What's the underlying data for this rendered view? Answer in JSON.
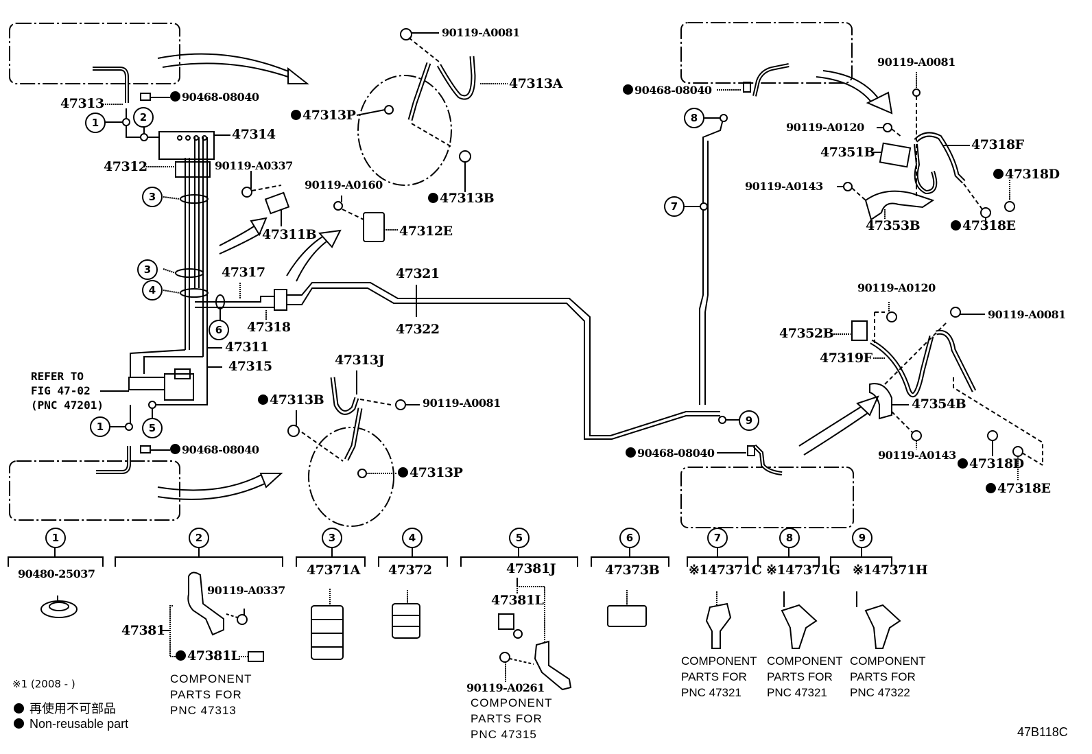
{
  "figure_id": "47B118C",
  "legend": {
    "footnote_1": "※1 (2008 -      )",
    "nonreusable_jp": "再使用不可部品",
    "nonreusable_en": "Non-reusable part"
  },
  "refer_note": "REFER TO\nFIG 47-02\n(PNC 47201)",
  "callouts": {
    "c1": "1",
    "c2": "2",
    "c3": "3",
    "c4": "4",
    "c5": "5",
    "c6": "6",
    "c7": "7",
    "c8": "8",
    "c9": "9"
  },
  "main_labels": {
    "p47313": "47313",
    "p90468_top_left": "90468-08040",
    "p47314": "47314",
    "p47312": "47312",
    "p90119_A0337": "90119-A0337",
    "p47311B": "47311B",
    "p90119_A0160": "90119-A0160",
    "p47312E": "47312E",
    "p47317": "47317",
    "p47318": "47318",
    "p47311": "47311",
    "p47315": "47315",
    "p47321": "47321",
    "p47322": "47322",
    "p90468_bottom_left": "90468-08040",
    "fl_90119_A0081": "90119-A0081",
    "fl_47313A": "47313A",
    "fl_47313P": "47313P",
    "fl_47313B": "47313B",
    "rl_47313J": "47313J",
    "rl_47313B": "47313B",
    "rl_90119_A0081": "90119-A0081",
    "rl_47313P": "47313P",
    "fr_90468": "90468-08040",
    "fr_90119_A0081": "90119-A0081",
    "fr_90119_A0120": "90119-A0120",
    "fr_47351B": "47351B",
    "fr_47318F": "47318F",
    "fr_90119_A0143": "90119-A0143",
    "fr_47318D": "47318D",
    "fr_47353B": "47353B",
    "fr_47318E": "47318E",
    "rr_90119_A0120": "90119-A0120",
    "rr_90119_A0081": "90119-A0081",
    "rr_47352B": "47352B",
    "rr_47319F": "47319F",
    "rr_47354B": "47354B",
    "rr_90119_A0143": "90119-A0143",
    "rr_47318D": "47318D",
    "rr_47318E": "47318E",
    "rr_90468": "90468-08040"
  },
  "detail_groups": [
    {
      "callout": "1",
      "parts": [
        "90480-25037"
      ],
      "note": ""
    },
    {
      "callout": "2",
      "parts": [
        "90119-A0337",
        "47381",
        "47381L"
      ],
      "note": "COMPONENT\nPARTS FOR\nPNC 47313"
    },
    {
      "callout": "3",
      "parts": [
        "47371A"
      ],
      "note": ""
    },
    {
      "callout": "4",
      "parts": [
        "47372"
      ],
      "note": ""
    },
    {
      "callout": "5",
      "parts": [
        "47381J",
        "47381L",
        "90119-A0261"
      ],
      "note": "COMPONENT\nPARTS FOR\nPNC 47315"
    },
    {
      "callout": "6",
      "parts": [
        "47373B"
      ],
      "note": ""
    },
    {
      "callout": "7",
      "parts": [
        "※147371C"
      ],
      "note": "COMPONENT\nPARTS FOR\nPNC 47321"
    },
    {
      "callout": "8",
      "parts": [
        "※147371G"
      ],
      "note": "COMPONENT\nPARTS FOR\nPNC 47321"
    },
    {
      "callout": "9",
      "parts": [
        "※147371H"
      ],
      "note": "COMPONENT\nPARTS FOR\nPNC 47322"
    }
  ]
}
